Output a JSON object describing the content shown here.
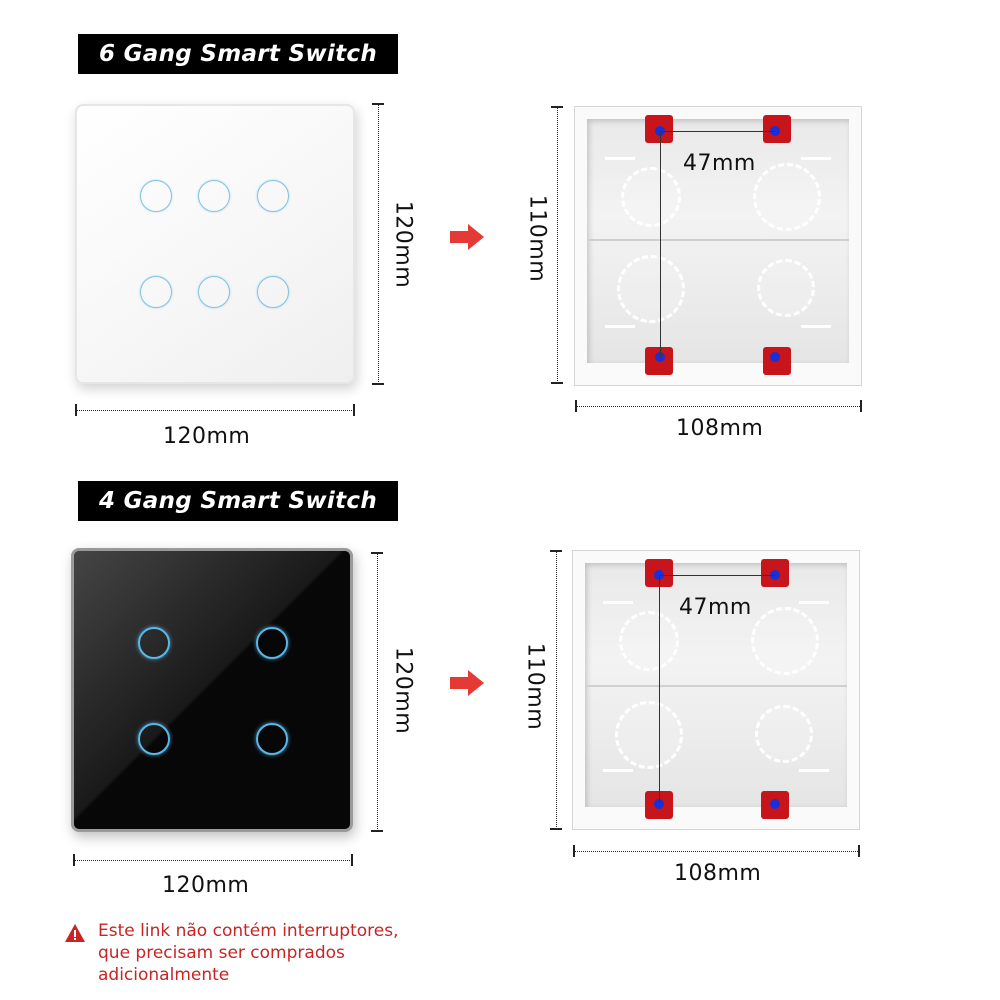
{
  "section_top": {
    "title": "6 Gang Smart Switch",
    "panel_color": "white",
    "buttons": 6,
    "panel_height_label": "120mm",
    "panel_width_label": "120mm",
    "box_height_label": "110mm",
    "box_width_label": "108mm",
    "screw_spacing_label": "47mm"
  },
  "section_bottom": {
    "title": "4 Gang Smart Switch",
    "panel_color": "black",
    "buttons": 4,
    "panel_height_label": "120mm",
    "panel_width_label": "120mm",
    "box_height_label": "110mm",
    "box_width_label": "108mm",
    "screw_spacing_label": "47mm"
  },
  "warning": {
    "icon": "warning-triangle-icon",
    "line1": "Este link não contém interruptores,",
    "line2": "que precisam ser comprados",
    "line3": "adicionalmente",
    "color": "#c82424"
  },
  "colors": {
    "arrow": "#e53935",
    "lug": "#c8151b",
    "screw": "#1a2fd8",
    "touch_ring": "#5ab8ea"
  }
}
